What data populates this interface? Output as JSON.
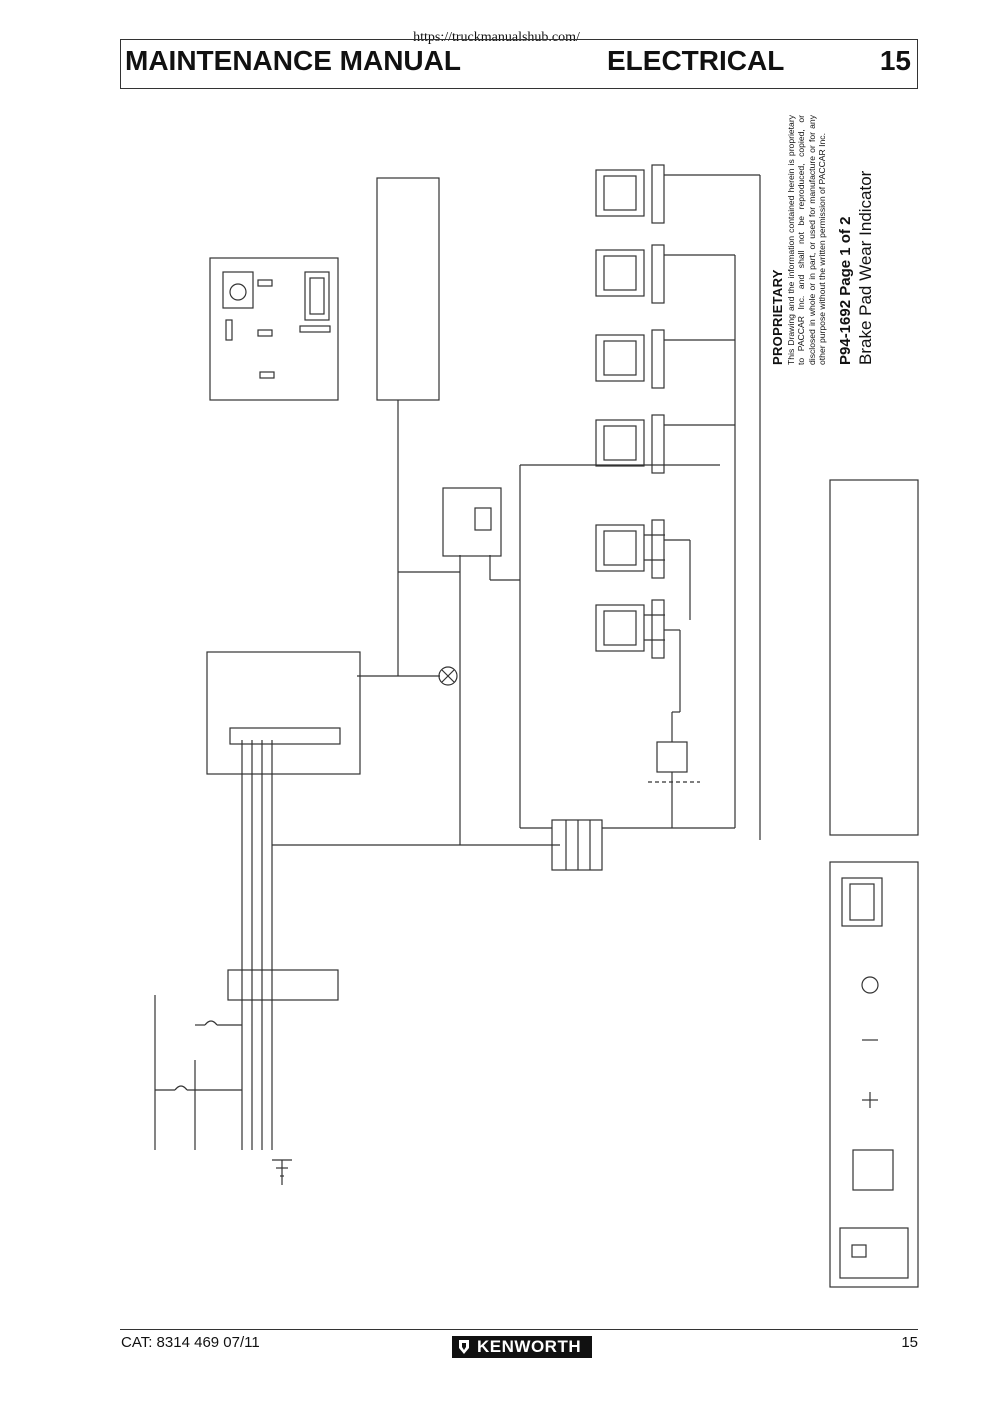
{
  "header": {
    "url": "https://truckmanualshub.com/",
    "title": "MAINTENANCE MANUAL",
    "section": "ELECTRICAL",
    "chapter_number": "15"
  },
  "notice": {
    "title": "PROPRIETARY",
    "text": "This Drawing and the information contained herein is proprietary to PACCAR Inc. and shall not be reproduced, copied, or disclosed in whole or in part, or used for manufacture or for any other purpose without the written permission of PACCAR Inc."
  },
  "drawing": {
    "id": "P94-1692 Page 1 of 2",
    "name": "Brake Pad Wear Indicator"
  },
  "footer": {
    "catalog": "CAT: 8314 469 07/11",
    "brand": "KENWORTH",
    "page_number": "15"
  }
}
